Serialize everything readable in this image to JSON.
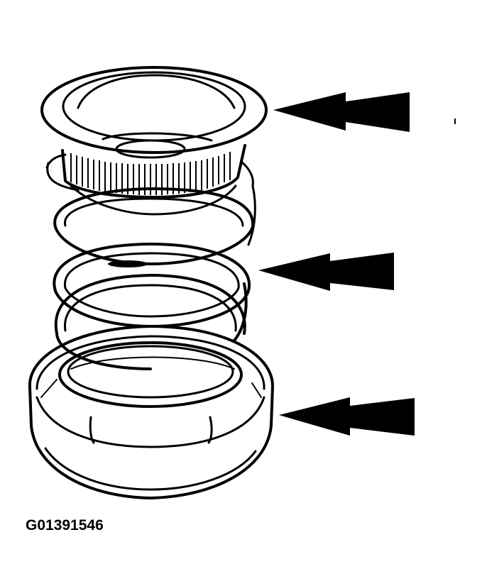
{
  "figure": {
    "caption_id": "G01391546",
    "subject": "coil spring with upper seat and lower seat",
    "callouts": [
      {
        "name": "upper-spring-seat",
        "arrow": "double-head-left"
      },
      {
        "name": "coil-spring",
        "arrow": "double-head-left"
      },
      {
        "name": "lower-spring-seat",
        "arrow": "double-head-left"
      }
    ],
    "colors": {
      "ink": "#000000",
      "paper": "#ffffff"
    }
  }
}
